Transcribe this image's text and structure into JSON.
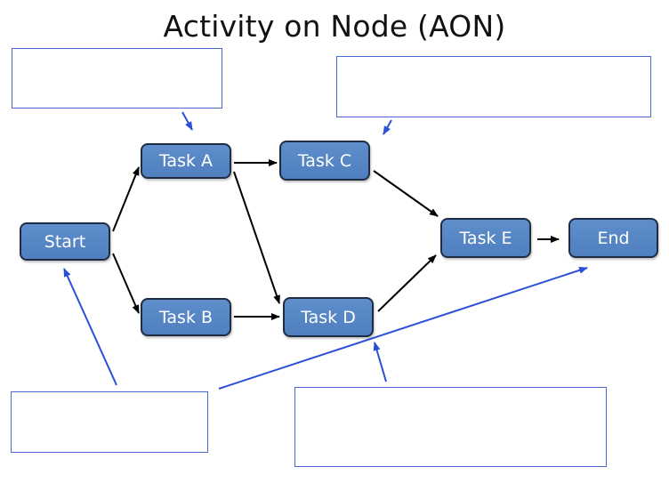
{
  "title": "Activity on Node (AON)",
  "colors": {
    "node_fill": "#5a8ac8",
    "node_border": "#1f2d44",
    "arrow_black": "#000000",
    "arrow_blue": "#2a4fd9",
    "callout_border": "#4a68d8"
  },
  "nodes": {
    "start": "Start",
    "task_a": "Task A",
    "task_b": "Task B",
    "task_c": "Task C",
    "task_d": "Task D",
    "task_e": "Task E",
    "end": "End"
  },
  "edges": [
    {
      "from": "Start",
      "to": "Task A"
    },
    {
      "from": "Start",
      "to": "Task B"
    },
    {
      "from": "Task A",
      "to": "Task C"
    },
    {
      "from": "Task A",
      "to": "Task D"
    },
    {
      "from": "Task B",
      "to": "Task D"
    },
    {
      "from": "Task C",
      "to": "Task E"
    },
    {
      "from": "Task D",
      "to": "Task E"
    },
    {
      "from": "Task E",
      "to": "End"
    }
  ],
  "callouts": {
    "top_left": "",
    "top_right": "",
    "bottom_left": "",
    "bottom_right": ""
  }
}
